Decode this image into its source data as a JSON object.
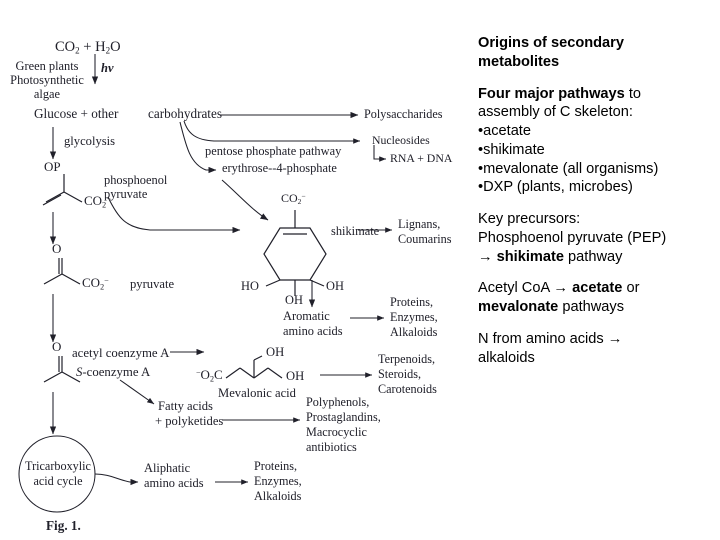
{
  "figure": {
    "caption": "Fig. 1.",
    "nodes": {
      "co2_water": "CO2 + H2O",
      "organisms_line1": "Green plants",
      "organisms_line2": "Photosynthetic",
      "organisms_line3": "algae",
      "light": "hv",
      "glucose": "Glucose + other",
      "carbohydrates": "carbohydrates",
      "polysaccharides": "Polysaccharides",
      "glycolysis": "glycolysis",
      "pentose_phosphate": "pentose phosphate pathway",
      "nucleosides": "Nucleosides",
      "rna_dna": "RNA + DNA",
      "erythrose": "erythrose--4-phosphate",
      "op": "OP",
      "co2_minus_pep": "CO2-",
      "pep_name_line1": "phosphoenol",
      "pep_name_line2": "pyruvate",
      "shikimate_co2": "CO2-",
      "shikimate": "shikimate",
      "ho": "HO",
      "oh_right": "OH",
      "oh_bottom": "OH",
      "lignans_line1": "Lignans,",
      "lignans_line2": "Coumarins",
      "pyruvate_o": "O",
      "pyruvate_co2": "CO2-",
      "pyruvate": "pyruvate",
      "aromatic_line1": "Aromatic",
      "aromatic_line2": "amino acids",
      "proteins1_line1": "Proteins,",
      "proteins1_line2": "Enzymes,",
      "proteins1_line3": "Alkaloids",
      "acetyl_o": "O",
      "acetyl_coa": "acetyl coenzyme A",
      "s_coa_italic": "S",
      "s_coa_rest": "-coenzyme A",
      "mev_o2c": "-O2C",
      "mev_oh_top": "OH",
      "mev_oh_right": "OH",
      "mevalonic": "Mevalonic acid",
      "terpenoids_line1": "Terpenoids,",
      "terpenoids_line2": "Steroids,",
      "terpenoids_line3": "Carotenoids",
      "fatty_line1": "Fatty acids",
      "fatty_line2": "+ polyketides",
      "poly_line1": "Polyphenols,",
      "poly_line2": "Prostaglandins,",
      "poly_line3": "Macrocyclic",
      "poly_line4": "antibiotics",
      "tca_line1": "Tricarboxylic",
      "tca_line2": "acid cycle",
      "aliphatic_line1": "Aliphatic",
      "aliphatic_line2": "amino acids",
      "proteins2_line1": "Proteins,",
      "proteins2_line2": "Enzymes,",
      "proteins2_line3": "Alkaloids"
    }
  },
  "panel": {
    "title_line1": "Origins of secondary",
    "title_line2": "metabolites",
    "pathways_bold": "Four major pathways",
    "pathways_rest": " to",
    "pathways_line2": "assembly of C skeleton:",
    "bullets": [
      "•acetate",
      "•shikimate",
      "•mevalonate (all organisms)",
      "•DXP (plants, microbes)"
    ],
    "precursors_line1": "Key precursors:",
    "precursors_line2": "Phosphoenol pyruvate (PEP)",
    "precursors_arrow": "→ ",
    "precursors_bold": "shikimate",
    "precursors_tail": " pathway",
    "acetyl_line_pre": "Acetyl CoA → ",
    "acetyl_line_bold": "acetate",
    "acetyl_line_post": " or",
    "acetyl_line2_bold": "mevalonate",
    "acetyl_line2_post": " pathways",
    "nitrogen_line1": "N from amino acids →",
    "nitrogen_line2": "alkaloids"
  },
  "colors": {
    "background": "#ffffff",
    "ink": "#20202a",
    "panel_text": "#000000"
  }
}
